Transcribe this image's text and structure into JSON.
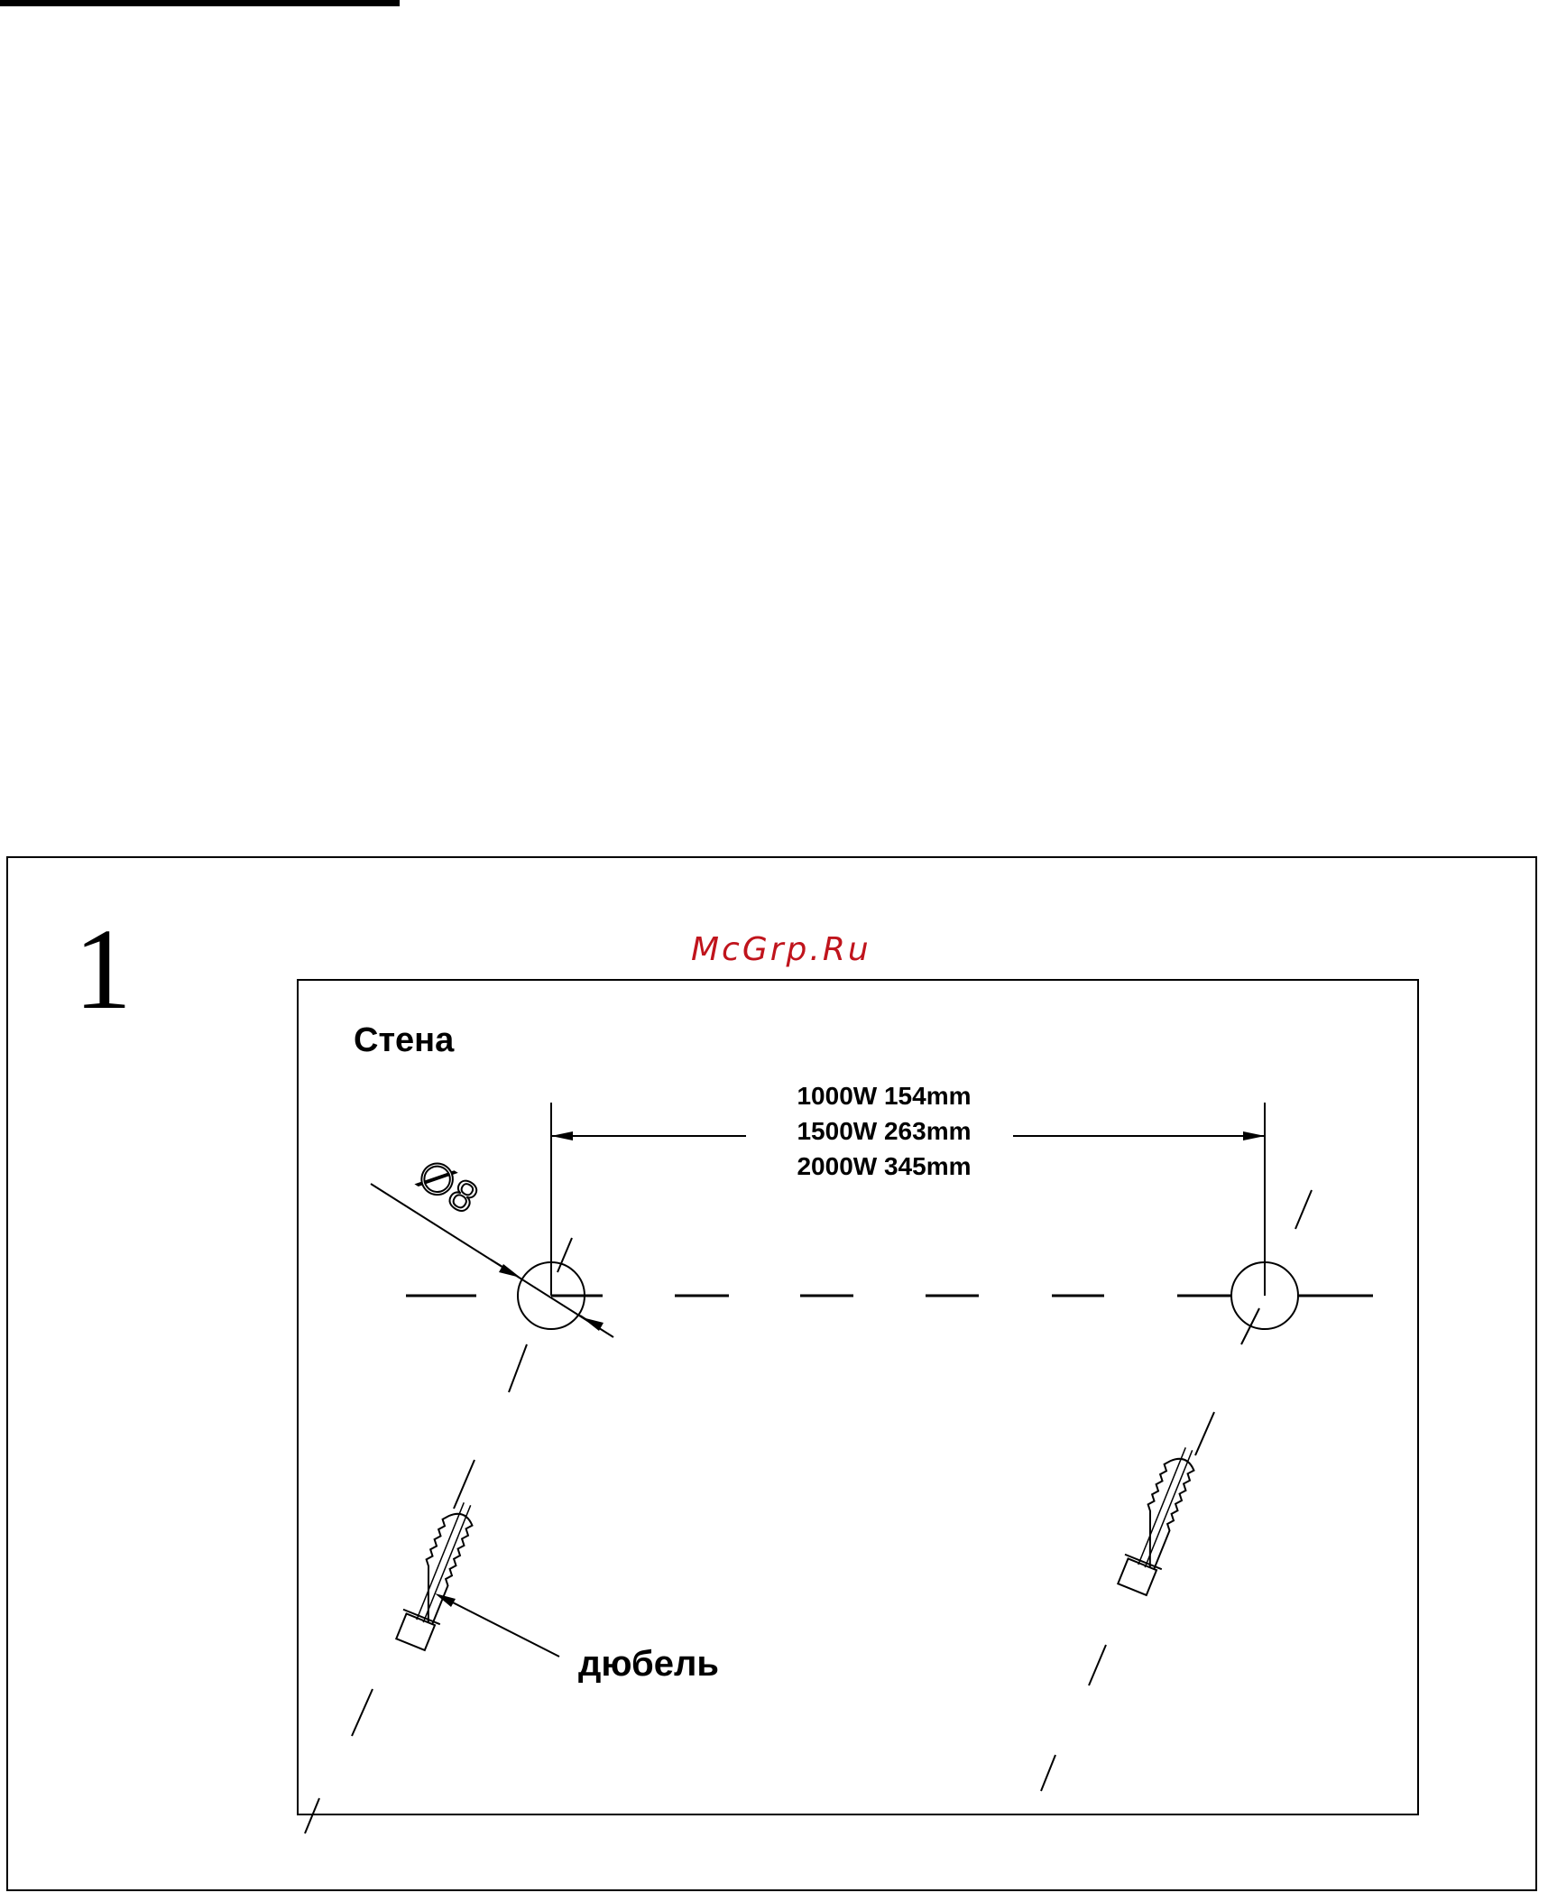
{
  "step": {
    "number": "1"
  },
  "watermark": {
    "text": "McGrp.Ru",
    "color": "#c0141c"
  },
  "diagram": {
    "wall_label": "Стена",
    "spacing_labels": [
      "1000W 154mm",
      "1500W 263mm",
      "2000W 345mm"
    ],
    "diameter_symbol": "∅8",
    "dowel_label": "дюбель"
  },
  "colors": {
    "line": "#000000",
    "background": "#ffffff"
  }
}
